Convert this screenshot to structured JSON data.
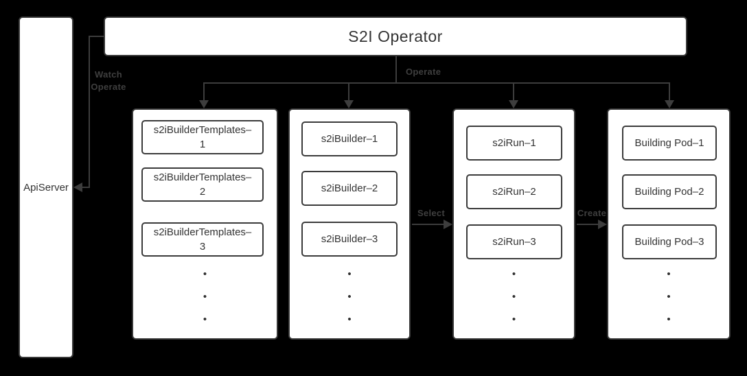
{
  "diagram": {
    "operator_node": "S2I Operator",
    "api_server_node": "ApiServer"
  },
  "edges": {
    "watch": {
      "line1": "Watch",
      "line2": "Operate"
    },
    "operate": {
      "label": "Operate"
    },
    "select": {
      "label": "Select"
    },
    "create": {
      "label": "Create"
    }
  },
  "columns": [
    {
      "name": "s2i-builder-templates",
      "items": [
        {
          "line1": "s2iBuilderTemplates–",
          "line2": "1"
        },
        {
          "line1": "s2iBuilderTemplates–",
          "line2": "2"
        },
        {
          "line1": "s2iBuilderTemplates–",
          "line2": "3"
        }
      ]
    },
    {
      "name": "s2i-builders",
      "items": [
        {
          "line1": "s2iBuilder–1"
        },
        {
          "line1": "s2iBuilder–2"
        },
        {
          "line1": "s2iBuilder–3"
        }
      ]
    },
    {
      "name": "s2i-runs",
      "items": [
        {
          "line1": "s2iRun–1"
        },
        {
          "line1": "s2iRun–2"
        },
        {
          "line1": "s2iRun–3"
        }
      ]
    },
    {
      "name": "building-pods",
      "items": [
        {
          "line1": "Building Pod–1"
        },
        {
          "line1": "Building Pod–2"
        },
        {
          "line1": "Building Pod–3"
        }
      ]
    }
  ],
  "misc": {
    "dot": "•"
  },
  "colors": {
    "background": "#000000",
    "box_fill": "#ffffff",
    "box_border": "#383838",
    "line": "#3d3d3d",
    "box_text": "#333333",
    "edge_label_text": "#3f3f3f"
  }
}
